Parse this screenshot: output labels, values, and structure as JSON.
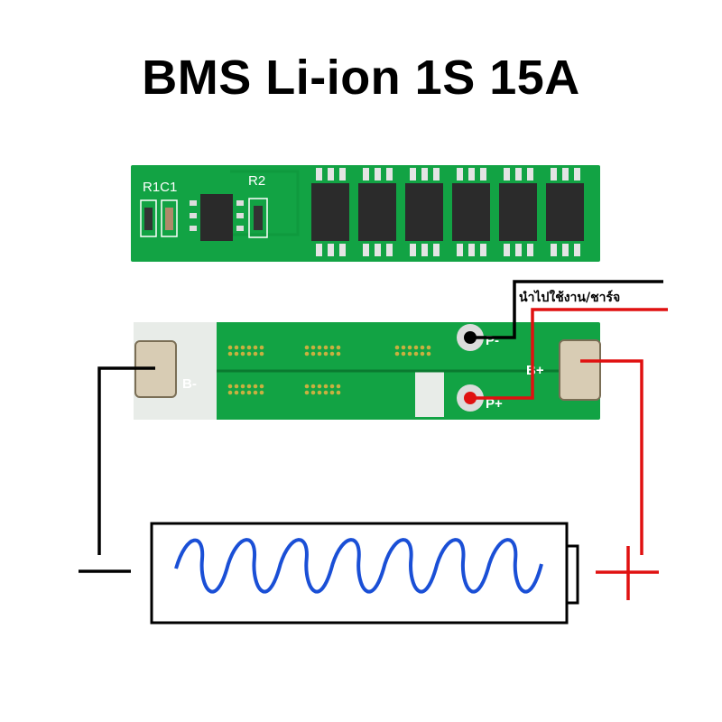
{
  "title": "BMS Li-ion 1S 15A",
  "top_board": {
    "labels": {
      "r1c1": "R1C1",
      "r2": "R2"
    },
    "chip_count": 6
  },
  "bottom_board": {
    "labels": {
      "b_minus": "B-",
      "b_plus": "B+",
      "p_minus": "P-",
      "p_plus": "P+"
    }
  },
  "output_label": "นำไปใช้งาน/ชาร์จ",
  "battery": {
    "negative_symbol": "−",
    "positive_symbol": "+"
  },
  "colors": {
    "pcb": "#12a344",
    "pad": "#d8ccb4",
    "negative_wire": "#000000",
    "positive_wire": "#e01010",
    "spring": "#1a4fd6"
  }
}
